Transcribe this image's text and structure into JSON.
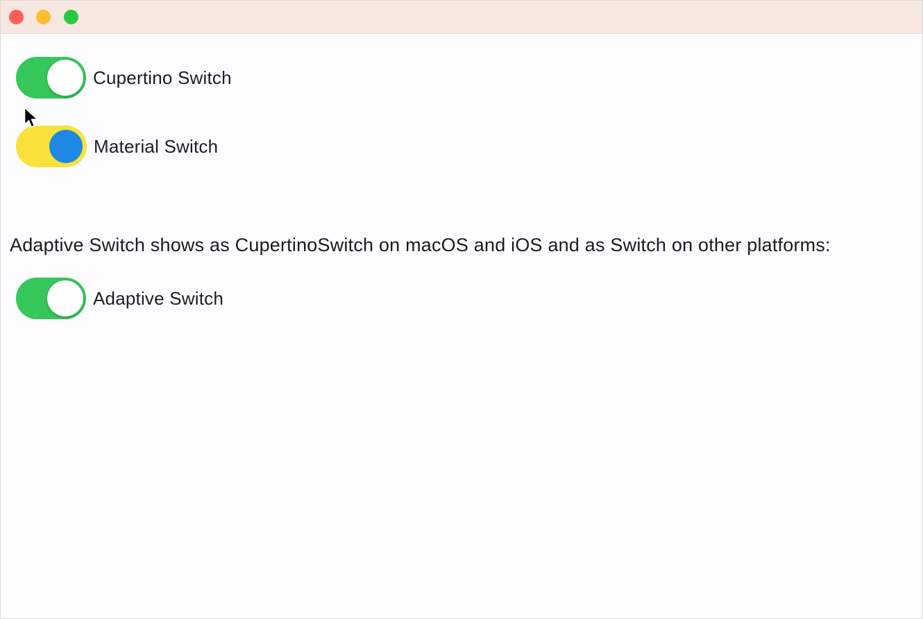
{
  "window": {
    "titlebar": {
      "color": "#f8e7e1",
      "traffic_lights": {
        "close_color": "#ff5f57",
        "minimize_color": "#febc2e",
        "zoom_color": "#28c840"
      }
    }
  },
  "content": {
    "rows": [
      {
        "label": "Cupertino Switch",
        "type": "cupertino",
        "state": "on"
      },
      {
        "label": "Material Switch",
        "type": "material",
        "state": "on"
      },
      {
        "label": "Adaptive Switch",
        "type": "adaptive",
        "state": "on"
      }
    ],
    "description": "Adaptive Switch shows as CupertinoSwitch on macOS and iOS and as Switch on other platforms:",
    "colors": {
      "cupertino_active_track": "#35c759",
      "cupertino_thumb": "#ffffff",
      "material_track": "#fbe13b",
      "material_thumb": "#1e88e5"
    }
  },
  "cursor": {
    "icon": "pointer-arrow"
  }
}
